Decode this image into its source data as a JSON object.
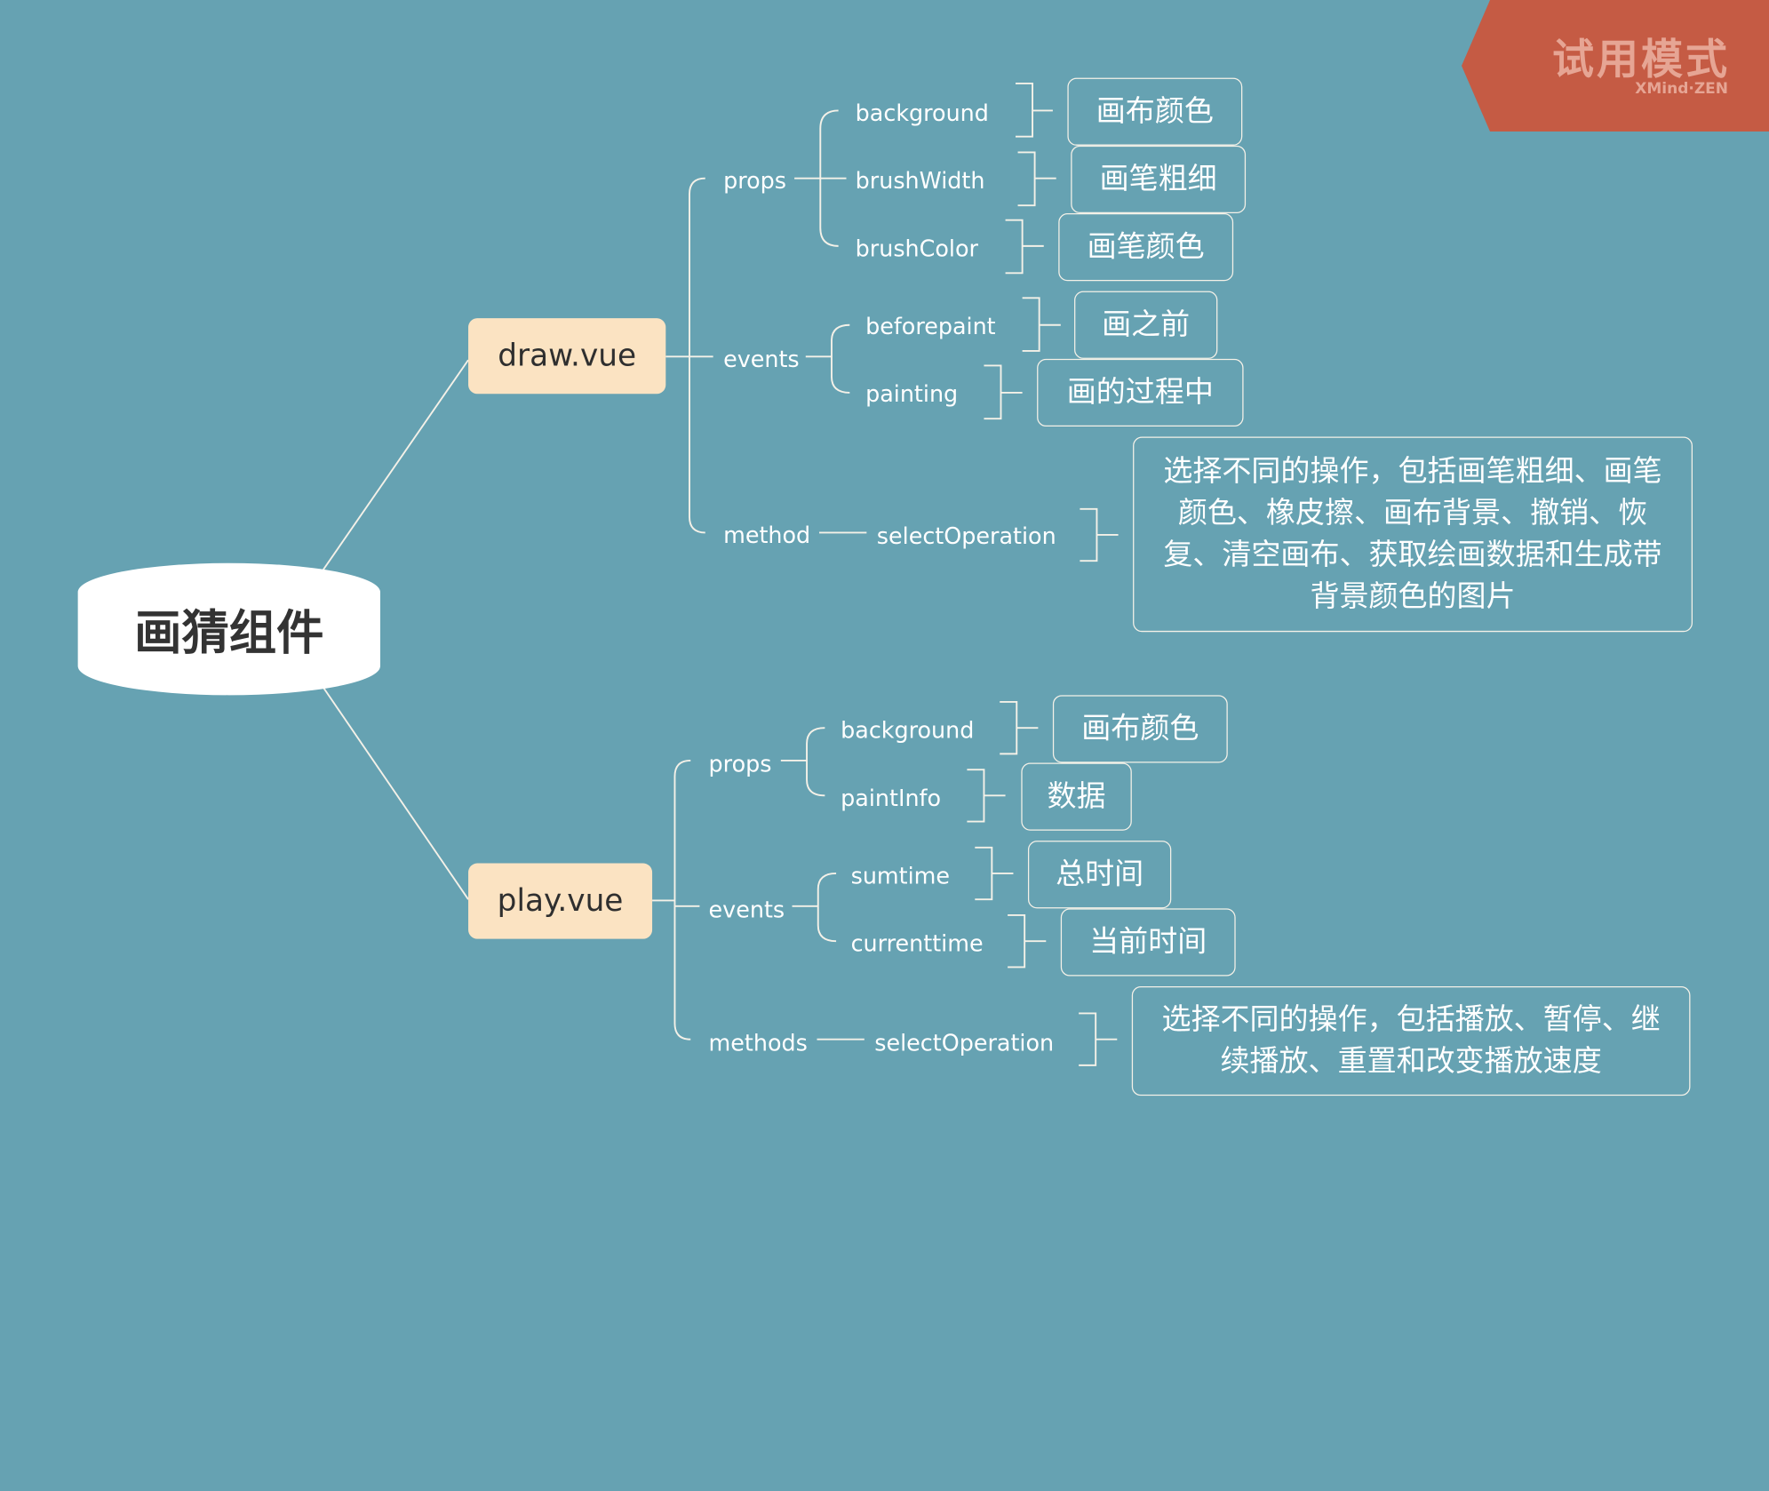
{
  "root": {
    "label": "画猜组件"
  },
  "draw": {
    "label": "draw.vue",
    "props": {
      "label": "props",
      "items": [
        {
          "name": "background",
          "desc": "画布颜色"
        },
        {
          "name": "brushWidth",
          "desc": "画笔粗细"
        },
        {
          "name": "brushColor",
          "desc": "画笔颜色"
        }
      ]
    },
    "events": {
      "label": "events",
      "items": [
        {
          "name": "beforepaint",
          "desc": "画之前"
        },
        {
          "name": "painting",
          "desc": "画的过程中"
        }
      ]
    },
    "method": {
      "label": "method",
      "name": "selectOperation",
      "desc": "选择不同的操作，包括画笔粗细、画笔颜色、橡皮擦、画布背景、撤销、恢复、清空画布、获取绘画数据和生成带背景颜色的图片"
    }
  },
  "play": {
    "label": "play.vue",
    "props": {
      "label": "props",
      "items": [
        {
          "name": "background",
          "desc": "画布颜色"
        },
        {
          "name": "paintInfo",
          "desc": "数据"
        }
      ]
    },
    "events": {
      "label": "events",
      "items": [
        {
          "name": "sumtime",
          "desc": "总时间"
        },
        {
          "name": "currenttime",
          "desc": "当前时间"
        }
      ]
    },
    "methods": {
      "label": "methods",
      "name": "selectOperation",
      "desc": "选择不同的操作，包括播放、暂停、继续播放、重置和改变播放速度"
    }
  },
  "watermark": {
    "title": "试用模式",
    "subtitle": "XMind·ZEN"
  }
}
